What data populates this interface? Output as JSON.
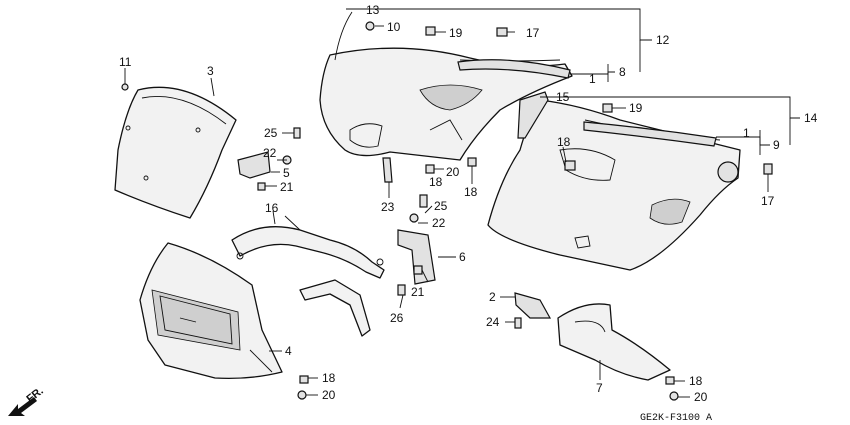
{
  "diagram": {
    "reference_code": "GE2K-F3100 A",
    "direction_label": "FR.",
    "callouts": [
      "1",
      "2",
      "3",
      "4",
      "5",
      "6",
      "7",
      "8",
      "9",
      "10",
      "11",
      "12",
      "13",
      "14",
      "15",
      "16",
      "17",
      "18",
      "19",
      "20",
      "21",
      "22",
      "23",
      "24",
      "25",
      "26"
    ]
  }
}
